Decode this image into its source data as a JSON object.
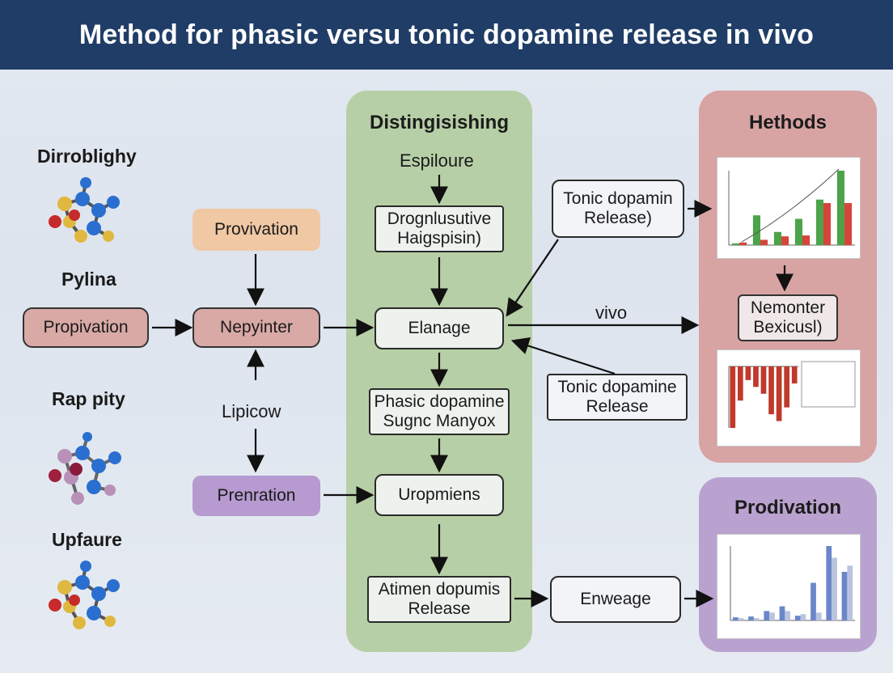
{
  "header": {
    "title": "Method for phasic versu tonic dopamine release in vivo"
  },
  "left": {
    "molecule_labels": [
      "Dirroblighy",
      "Pylina",
      "Rap pity",
      "Upfaure"
    ],
    "propivation": "Propivation"
  },
  "middle_left": {
    "provivation": "Provivation",
    "nepyinter": "Nepyinter",
    "lipicow": "Lipicow",
    "prenration": "Prenration"
  },
  "center_panel": {
    "title": "Distingisishing",
    "espiloure": "Espiloure",
    "drognlusutive": "Drognlusutive\nHaigspisin)",
    "elanage": "Elanage",
    "phasic": "Phasic dopamine\nSugnc Manyox",
    "uropmiens": "Uropmiens",
    "atimen": "Atimen dopumis\nRelease"
  },
  "right_middle": {
    "tonic_top": "Tonic dopamin\nRelease)",
    "vivo": "vivo",
    "tonic_bottom": "Tonic dopamine\nRelease",
    "enweage": "Enweage"
  },
  "hethods_panel": {
    "title": "Hethods",
    "nemonter": "Nemonter\nBexicusl)"
  },
  "prodivation_panel": {
    "title": "Prodivation"
  },
  "colors": {
    "header_bg": "#1f3d66",
    "center_panel": "#b7cfa6",
    "hethods_panel": "#d7a3a3",
    "prodivation_panel": "#b9a2cf",
    "propivation_fill": "#d9a9a6",
    "provivation_fill": "#f0c8a4",
    "prenration_fill": "#b69ad0"
  },
  "chart_data": [
    {
      "type": "bar",
      "series": [
        {
          "color": "#4da34a",
          "values": [
            2,
            34,
            15,
            30,
            52,
            85
          ]
        },
        {
          "color": "#d6453b",
          "values": [
            3,
            6,
            10,
            11,
            48,
            48
          ]
        }
      ]
    },
    {
      "type": "bar",
      "series": [
        {
          "color": "#c0392b",
          "values": [
            -18,
            -10,
            -4,
            -6,
            -8,
            -14,
            -16,
            -12,
            -5
          ]
        }
      ]
    },
    {
      "type": "bar",
      "series": [
        {
          "color": "#6b86c9",
          "values": [
            4,
            5,
            12,
            18,
            6,
            48,
            95,
            62
          ]
        },
        {
          "color": "#b9c4df",
          "values": [
            3,
            3,
            10,
            12,
            8,
            10,
            80,
            70
          ]
        }
      ]
    }
  ]
}
